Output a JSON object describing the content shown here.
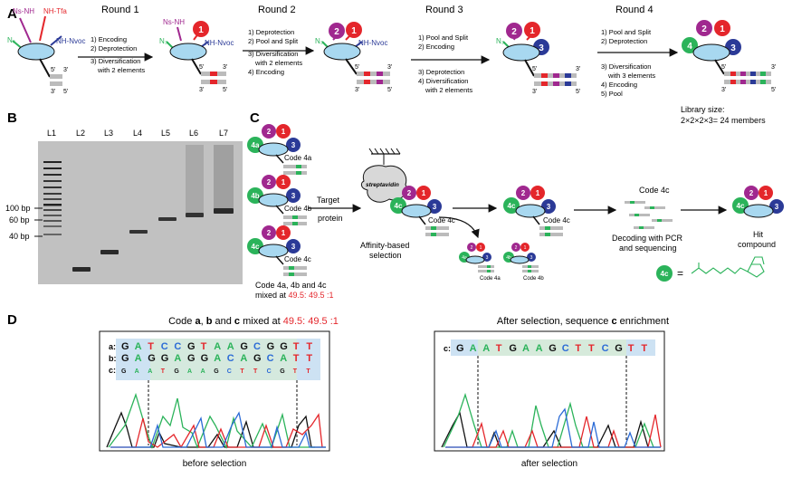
{
  "panels": {
    "a": "A",
    "b": "B",
    "c": "C",
    "d": "D"
  },
  "colors": {
    "building_block_1": "#e4262b",
    "building_block_2": "#a0288f",
    "building_block_3": "#2b3a97",
    "building_block_4": "#2bb35a",
    "scaffold": "#a8d8f0",
    "ns_nh": "#a0288f",
    "nh_tfa": "#e4262b",
    "nh_nvoc": "#2b3a97",
    "n3": "#2bb35a",
    "highlight_blue": "#cde2f3",
    "highlight_green": "#d8ecd4"
  },
  "panel_a": {
    "start_labels": {
      "ns_nh": "Ns-NH",
      "nh_tfa": "NH-Tfa",
      "nh_nvoc": "NH-Nvoc",
      "n3": "N₃"
    },
    "strand_ends": {
      "top5": "5'",
      "top3": "3'",
      "bot3": "3'",
      "bot5": "5'"
    },
    "rounds": [
      {
        "title": "Round 1",
        "steps": [
          "1)  Encoding",
          "2) Deprotection",
          "3) Diversification",
          "with 2 elements"
        ]
      },
      {
        "title": "Round 2",
        "steps": [
          "1) Deprotection",
          "2) Pool and Split",
          "3) Diversification",
          "with 2 elements",
          "4) Encoding"
        ]
      },
      {
        "title": "Round 3",
        "steps": [
          "1) Pool and Split",
          "2) Encoding",
          "3) Deprotection",
          "4) Diversification",
          "with 2 elements"
        ]
      },
      {
        "title": "Round 4",
        "steps": [
          "1) Pool and Split",
          "2) Deprotection",
          "3) Diversification",
          "with 3 elements",
          "4) Encoding",
          "5) Pool"
        ]
      }
    ],
    "intermediate_labels": {
      "ns_nh": "Ns-NH",
      "nh_nvoc": "NH-Nvoc",
      "n3": "N₃"
    },
    "bead_numbers": [
      "1",
      "2",
      "3",
      "4"
    ],
    "library_size_label": "Library size:",
    "library_size_formula": "2×2×2×3= 24 members"
  },
  "panel_b": {
    "lanes": [
      "L1",
      "L2",
      "L3",
      "L4",
      "L5",
      "L6",
      "L7"
    ],
    "markers": [
      "100 bp",
      "60 bp",
      "40 bp"
    ]
  },
  "panel_c": {
    "codes": [
      "Code 4a",
      "Code 4b",
      "Code 4c"
    ],
    "bead_ids": [
      "4a",
      "4b",
      "4c"
    ],
    "mix_label": "Code 4a, 4b and 4c",
    "mix_prefix": "mixed at ",
    "mix_ratio": "49.5: 49.5 :1",
    "target_label": "Target",
    "protein_label": "protein",
    "streptavidin_label": "streptavidin",
    "affinity_label1": "Affinity-based",
    "affinity_label2": "selection",
    "decoding_label1": "Decoding with PCR",
    "decoding_label2": "and sequencing",
    "hit_label1": "Hit",
    "hit_label2": "compound",
    "equals": "="
  },
  "panel_d": {
    "left_title_1": "Code ",
    "left_title_a": "a",
    "left_title_2": ", ",
    "left_title_b": "b",
    "left_title_3": " and ",
    "left_title_c": "c",
    "left_title_4": " mixed at ",
    "left_title_ratio": "49.5: 49.5 :1",
    "right_title_1": "After selection, sequence ",
    "right_title_c": "c",
    "right_title_2": " enrichment",
    "rows": [
      {
        "label": "a:",
        "bases": [
          "G",
          "A",
          "T",
          "C",
          "C",
          "G",
          "T",
          "A",
          "A",
          "G",
          "C",
          "G",
          "G",
          "T",
          "T"
        ]
      },
      {
        "label": "b:",
        "bases": [
          "G",
          "A",
          "G",
          "G",
          "A",
          "G",
          "G",
          "A",
          "C",
          "A",
          "G",
          "C",
          "A",
          "T",
          "T"
        ]
      },
      {
        "label": "c:",
        "bases": [
          "G",
          "A",
          "A",
          "T",
          "G",
          "A",
          "A",
          "G",
          "C",
          "T",
          "T",
          "C",
          "G",
          "T",
          "T"
        ]
      }
    ],
    "right_row": {
      "label": "c:",
      "bases": [
        "G",
        "A",
        "A",
        "T",
        "G",
        "A",
        "A",
        "G",
        "C",
        "T",
        "T",
        "C",
        "G",
        "T",
        "T"
      ]
    },
    "before_label": "before selection",
    "after_label": "after selection"
  }
}
